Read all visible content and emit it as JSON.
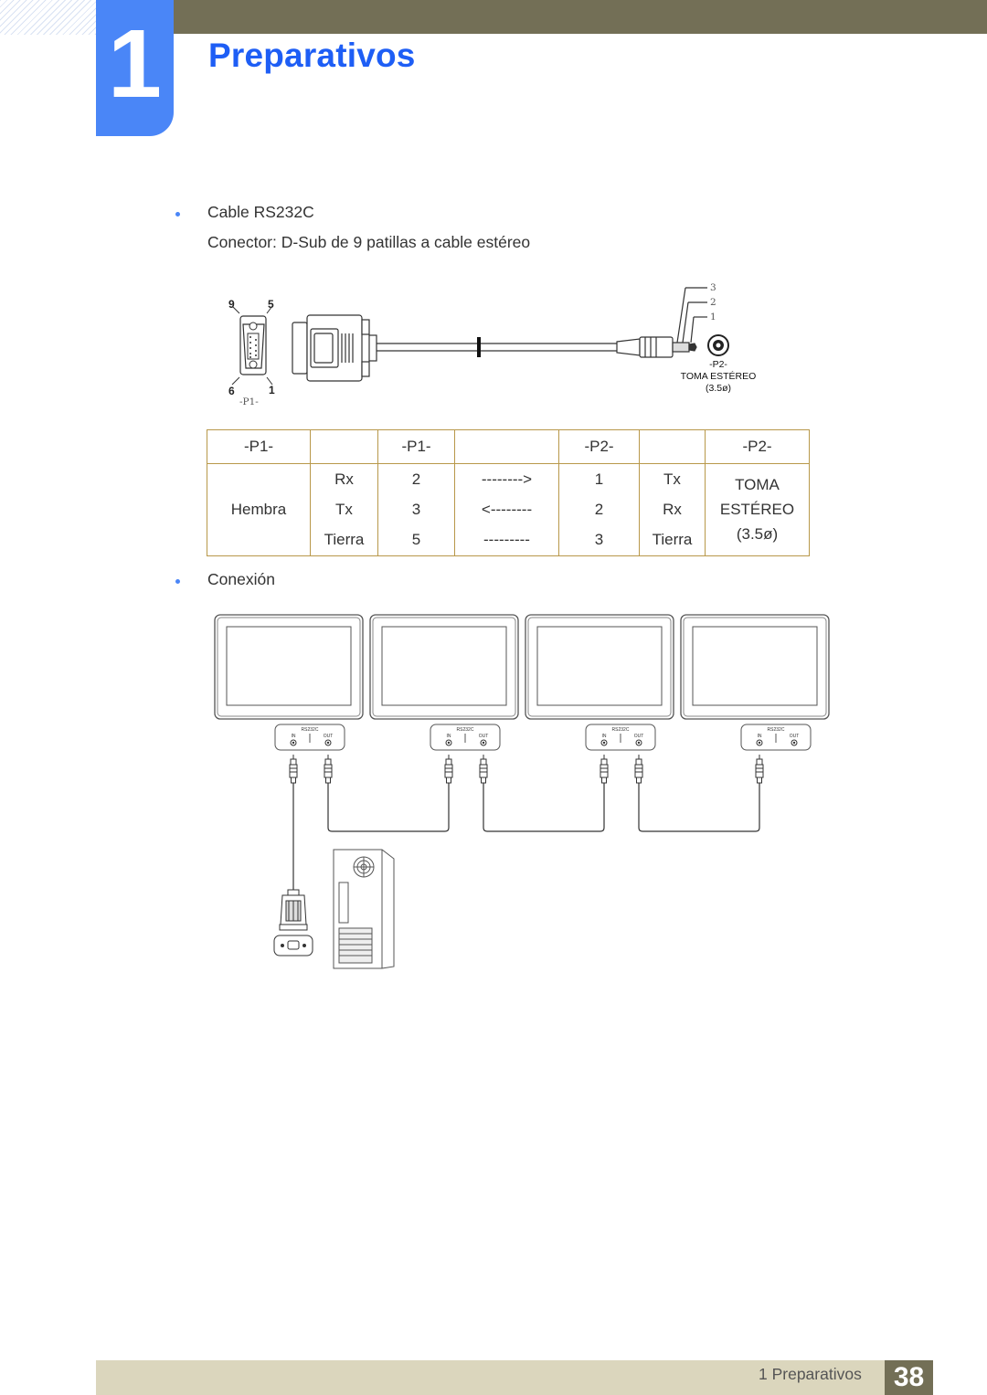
{
  "chapter": {
    "number": "1",
    "title": "Preparativos"
  },
  "section": {
    "bullet1": "Cable RS232C",
    "connector_line": "Conector: D-Sub de 9 patillas a cable estéreo",
    "bullet2": "Conexión"
  },
  "diagram": {
    "dsub_pins": {
      "top_left": "9",
      "top_right": "5",
      "bottom_left": "6",
      "bottom_right": "1"
    },
    "p1_label": "-P1-",
    "plug_pins": [
      "3",
      "2",
      "1"
    ],
    "p2_label": "-P2-",
    "p2_name": "TOMA ESTÉREO",
    "p2_size": "(3.5ø)"
  },
  "table": {
    "headers": [
      "-P1-",
      "",
      "-P1-",
      "",
      "-P2-",
      "",
      "-P2-"
    ],
    "col1": "Hembra",
    "signals_p1": [
      "Rx",
      "Tx",
      "Tierra"
    ],
    "pins_p1": [
      "2",
      "3",
      "5"
    ],
    "arrows": [
      "-------->",
      "<--------",
      "---------"
    ],
    "pins_p2": [
      "1",
      "2",
      "3"
    ],
    "signals_p2": [
      "Tx",
      "Rx",
      "Tierra"
    ],
    "col7": [
      "TOMA",
      "ESTÉREO",
      "(3.5ø)"
    ]
  },
  "connection": {
    "port_title": "RS232C",
    "port_in": "IN",
    "port_out": "OUT"
  },
  "footer": {
    "label": "1 Preparativos",
    "page": "38"
  }
}
